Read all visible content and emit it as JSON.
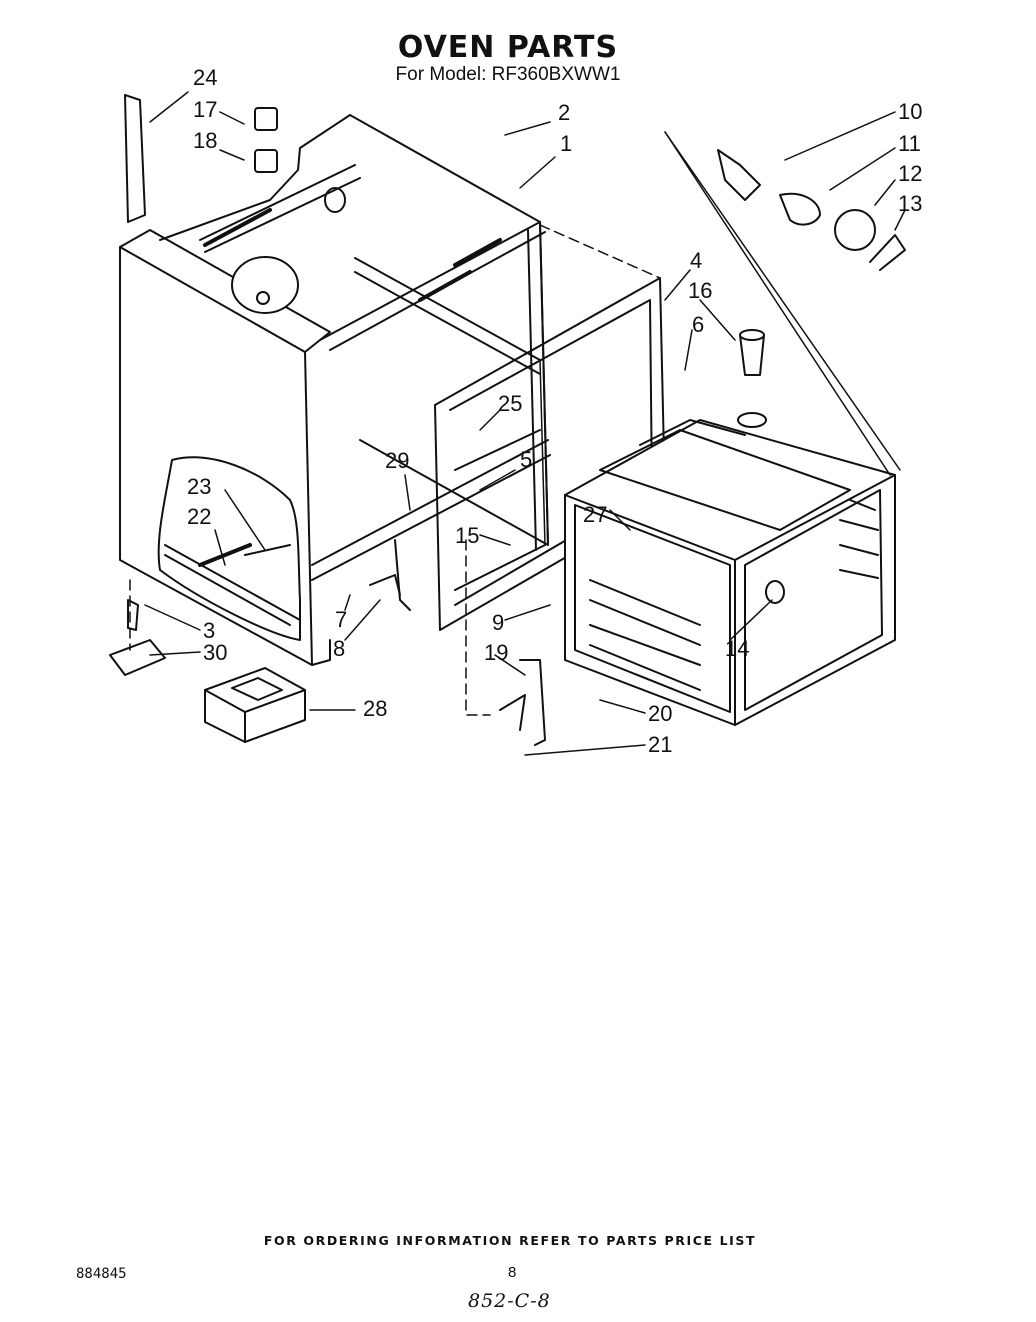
{
  "header": {
    "title": "OVEN PARTS",
    "subtitle": "For Model: RF360BXWW1"
  },
  "callouts": [
    "1",
    "2",
    "3",
    "4",
    "5",
    "6",
    "7",
    "8",
    "9",
    "10",
    "11",
    "12",
    "13",
    "14",
    "15",
    "16",
    "17",
    "18",
    "19",
    "20",
    "21",
    "22",
    "23",
    "24",
    "25",
    "27",
    "28",
    "29",
    "30"
  ],
  "footer": {
    "note": "FOR ORDERING INFORMATION REFER TO PARTS PRICE LIST",
    "doc_number": "884845",
    "page_number": "8",
    "handwritten_code": "852-C-8"
  }
}
